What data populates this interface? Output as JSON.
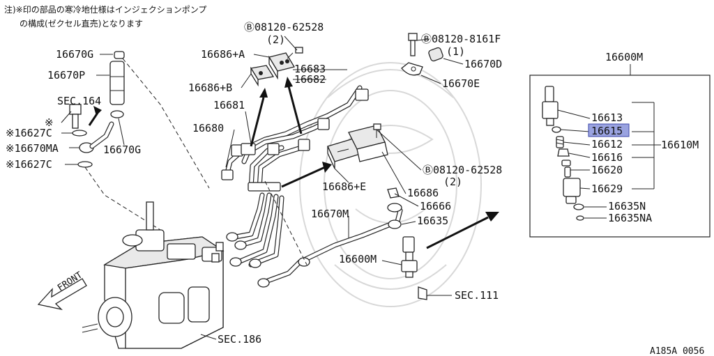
{
  "note": {
    "line1": "注)※印の部品の寒冷地仕様はインジェクションポンプ",
    "line2": "の構成(ゼクセル直売)となります"
  },
  "labels": {
    "p16670G_top": "16670G",
    "p16670P": "16670P",
    "sec164": "SEC.164",
    "asterisk": "※",
    "p16627C_a": "※16627C",
    "p16670MA": "※16670MA",
    "p16670G_bot": "16670G",
    "p16627C_b": "※16627C",
    "bolt_a": "Ⓑ08120-62528",
    "bolt_a_qty": "(2)",
    "p16686A": "16686+A",
    "p16686B": "16686+B",
    "p16683": "16683",
    "p16682": "16682",
    "p16681": "16681",
    "p16680": "16680",
    "bolt_b": "Ⓑ08120-8161F",
    "bolt_b_qty": "(1)",
    "p16670D": "16670D",
    "p16670E": "16670E",
    "bolt_c": "Ⓑ08120-62528",
    "bolt_c_qty": "(2)",
    "p16686E": "16686+E",
    "p16686": "16686",
    "p16666": "16666",
    "p16670M": "16670M",
    "p16635": "16635",
    "p16600M": "16600M",
    "sec111": "SEC.111",
    "sec186": "SEC.186",
    "front": "FRONT",
    "ref": "A185A 0056"
  },
  "inset": {
    "title": "16600M",
    "group": "16610M",
    "items": [
      "16613",
      "16615",
      "16612",
      "16616",
      "16620",
      "16629"
    ],
    "highlighted": "16615",
    "extra": [
      "16635N",
      "16635NA"
    ]
  },
  "colors": {
    "highlight_fill": "#9aa3e0",
    "highlight_stroke": "#3b46a8",
    "line": "#222222"
  }
}
